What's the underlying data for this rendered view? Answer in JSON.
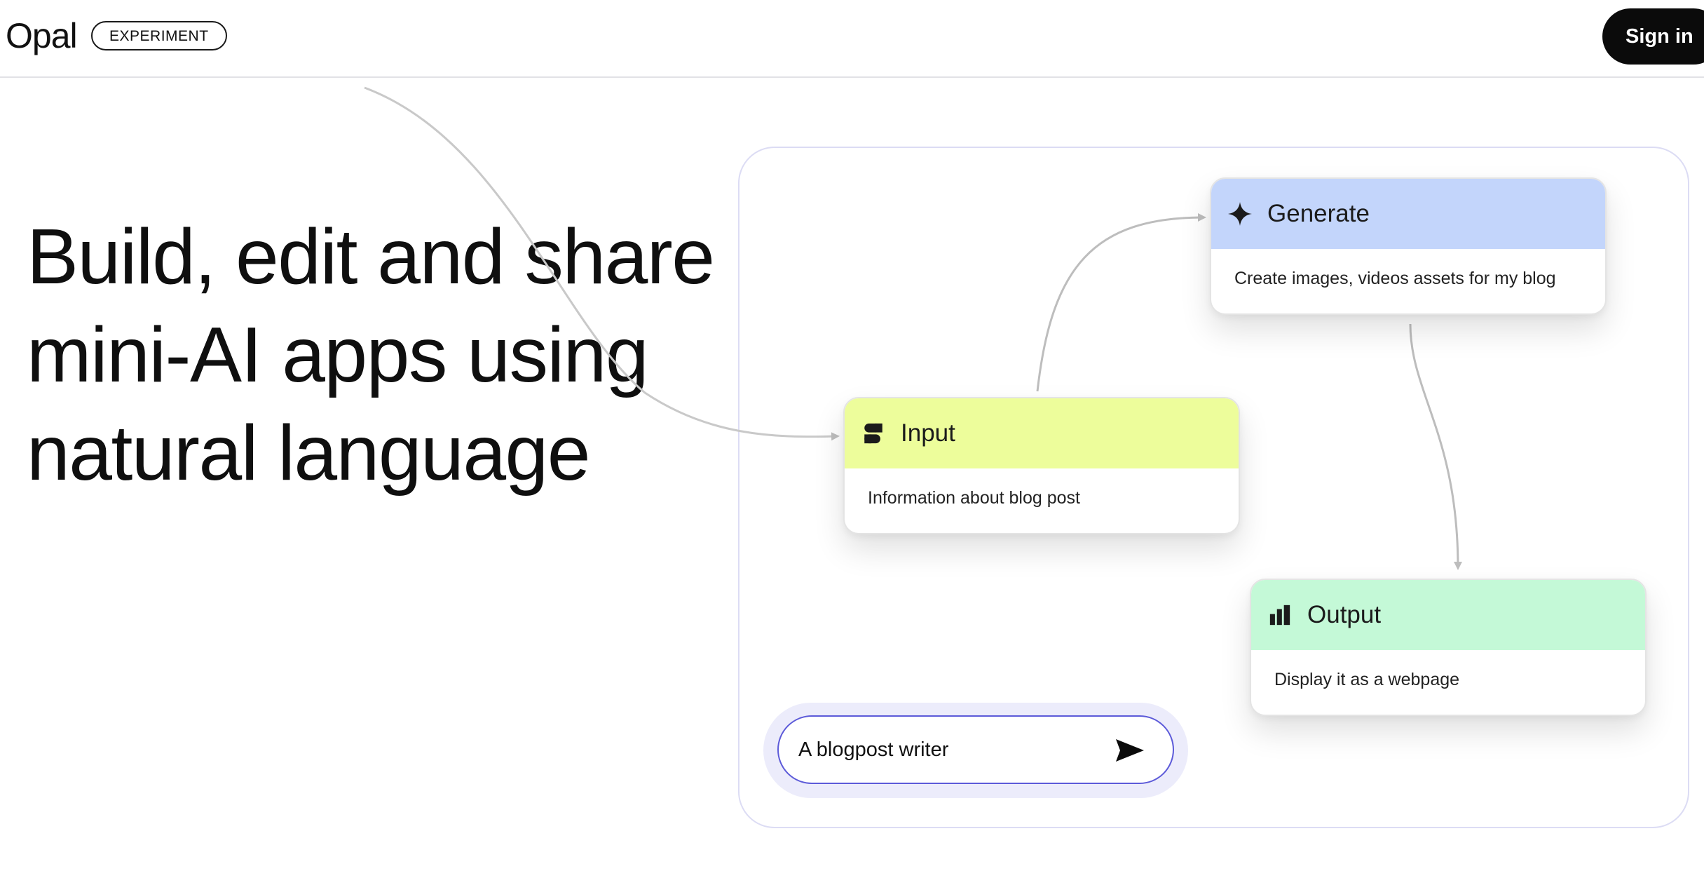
{
  "header": {
    "logo": "Opal",
    "badge": "EXPERIMENT",
    "sign_in_label": "Sign in"
  },
  "hero": {
    "headline": "Build, edit and share mini-AI apps using natural language"
  },
  "nodes": {
    "generate": {
      "icon": "sparkle-icon",
      "title": "Generate",
      "description": "Create images, videos assets for my blog",
      "color": "#c3d5fb"
    },
    "input": {
      "icon": "input-icon",
      "title": "Input",
      "description": "Information about blog post",
      "color": "#edfd9b"
    },
    "output": {
      "icon": "bar-chart-icon",
      "title": "Output",
      "description": "Display it as a webpage",
      "color": "#c4f9d7"
    }
  },
  "prompt": {
    "value": "A blogpost writer",
    "send_icon": "send-icon"
  }
}
